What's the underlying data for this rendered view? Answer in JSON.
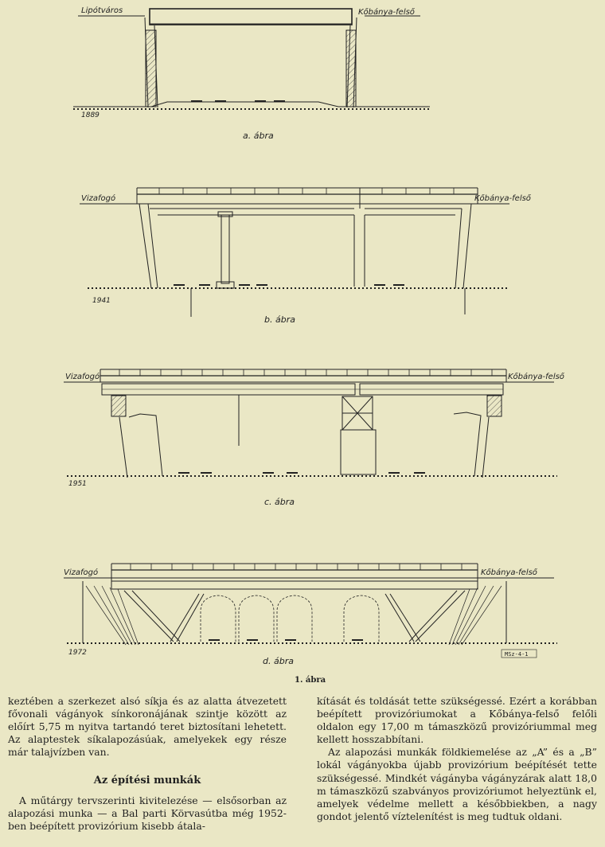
{
  "figure": {
    "panels": [
      {
        "caption": "a. ábra",
        "year": "1889",
        "left_place": "Lipótváros",
        "right_place": "Kőbánya-felső"
      },
      {
        "caption": "b. ábra",
        "year": "1941",
        "left_place": "Vizafogó",
        "right_place": "Kőbánya-felső"
      },
      {
        "caption": "c. ábra",
        "year": "1951",
        "left_place": "Vizafogó",
        "right_place": "Kőbánya-felső"
      },
      {
        "caption": "d. ábra",
        "year": "1972",
        "left_place": "Vizafogó",
        "right_place": "Kőbánya-felső"
      }
    ],
    "stamp": "MSz-4-1",
    "title": "1. ábra"
  },
  "article": {
    "left_column": {
      "para1": "keztében a szerkezet alsó síkja és az alatta átvezetett fővonali vágányok sínkoronájának szintje között az előírt 5,75 m nyitva tartandó teret biztosítani lehetett. Az alaptestek síkalapozásúak, amelyekek egy része már talajvízben van.",
      "heading": "Az építési munkák",
      "para2": "A műtárgy tervszerinti kivitelezése — elsősorban az alapozási munka — a Bal parti Körvasútba még 1952-ben beépített provizórium kisebb átala-"
    },
    "right_column": {
      "para1": "kítását és toldását tette szükségessé. Ezért a korábban beépített provizóriumokat a Kőbánya-felső felőli oldalon egy 17,00 m támaszközű provizóriummal meg kellett hosszabbítani.",
      "para2": "Az alapozási munkák földkiemelése az „A” és a „B” lokál vágányokba újabb provizórium beépítését tette szükségessé. Mindkét vágányba vágányzárak alatt 18,0 m támaszközű szabványos provizóriumot helyeztünk el, amelyek védelme mellett a későbbiekben, a nagy gondot jelentő víztelenítést is meg tudtuk oldani."
    }
  }
}
